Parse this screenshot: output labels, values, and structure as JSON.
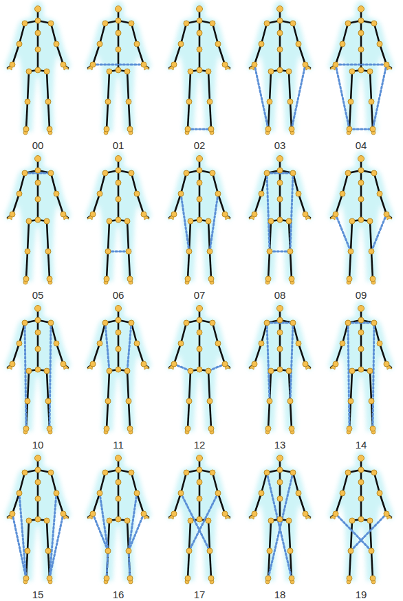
{
  "diagram": {
    "labels": [
      "00",
      "01",
      "02",
      "03",
      "04",
      "05",
      "06",
      "07",
      "08",
      "09",
      "10",
      "11",
      "12",
      "13",
      "14",
      "15",
      "16",
      "17",
      "18",
      "19"
    ]
  }
}
